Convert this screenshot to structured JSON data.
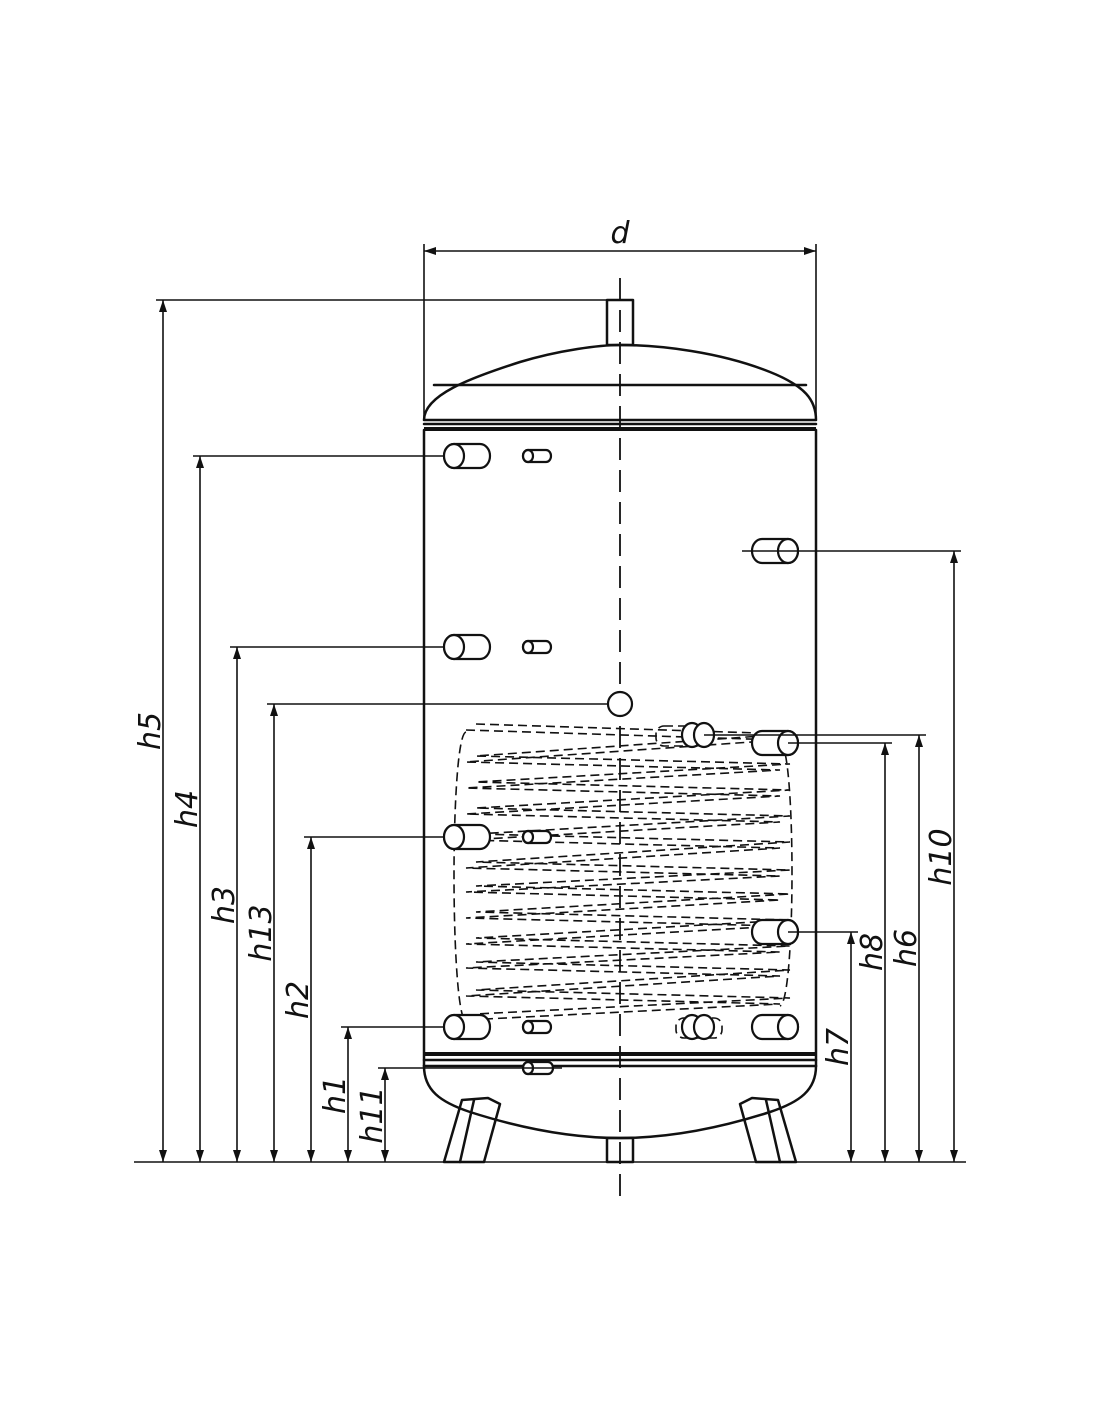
{
  "diagram": {
    "dimension_labels": {
      "d": "d",
      "h1": "h1",
      "h2": "h2",
      "h3": "h3",
      "h4": "h4",
      "h5": "h5",
      "h6": "h6",
      "h7": "h7",
      "h8": "h8",
      "h10": "h10",
      "h11": "h11",
      "h13": "h13"
    }
  }
}
